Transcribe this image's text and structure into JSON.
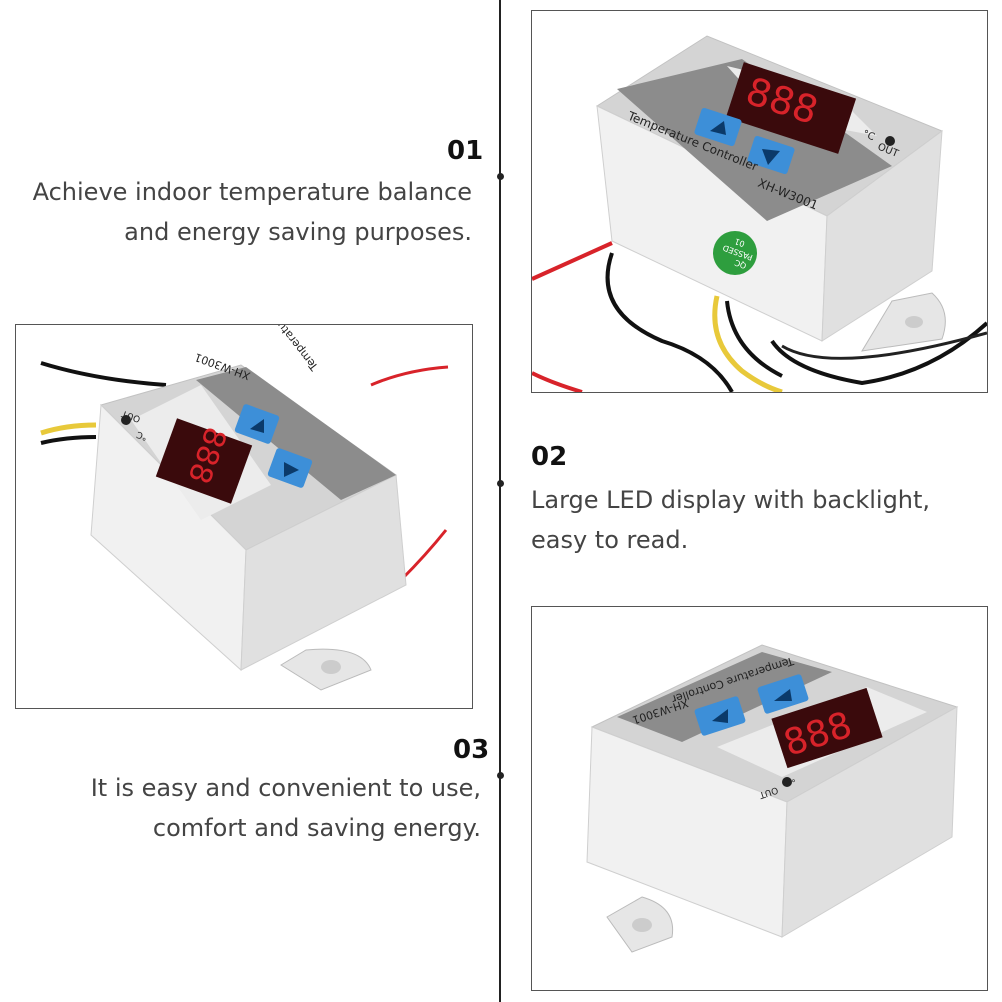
{
  "features": [
    {
      "number": "01",
      "line1": "Achieve indoor temperature balance",
      "line2": "and energy saving purposes."
    },
    {
      "number": "02",
      "line1": "Large LED display with backlight,",
      "line2": "easy to read."
    },
    {
      "number": "03",
      "line1": "It is easy and convenient to use,",
      "line2": "comfort and saving energy."
    }
  ],
  "device": {
    "label": "Temperature Controller",
    "model": "XH-W3001",
    "digits": "888",
    "unit": "°C",
    "out": "OUT",
    "qc_line1": "QC",
    "qc_line2": "PASSED",
    "qc_line3": "01"
  },
  "colors": {
    "display_red": "#d8232a",
    "button_blue": "#3d8fd8",
    "panel_gray": "#9a9a9a",
    "qc_green": "#2e9e3e"
  }
}
